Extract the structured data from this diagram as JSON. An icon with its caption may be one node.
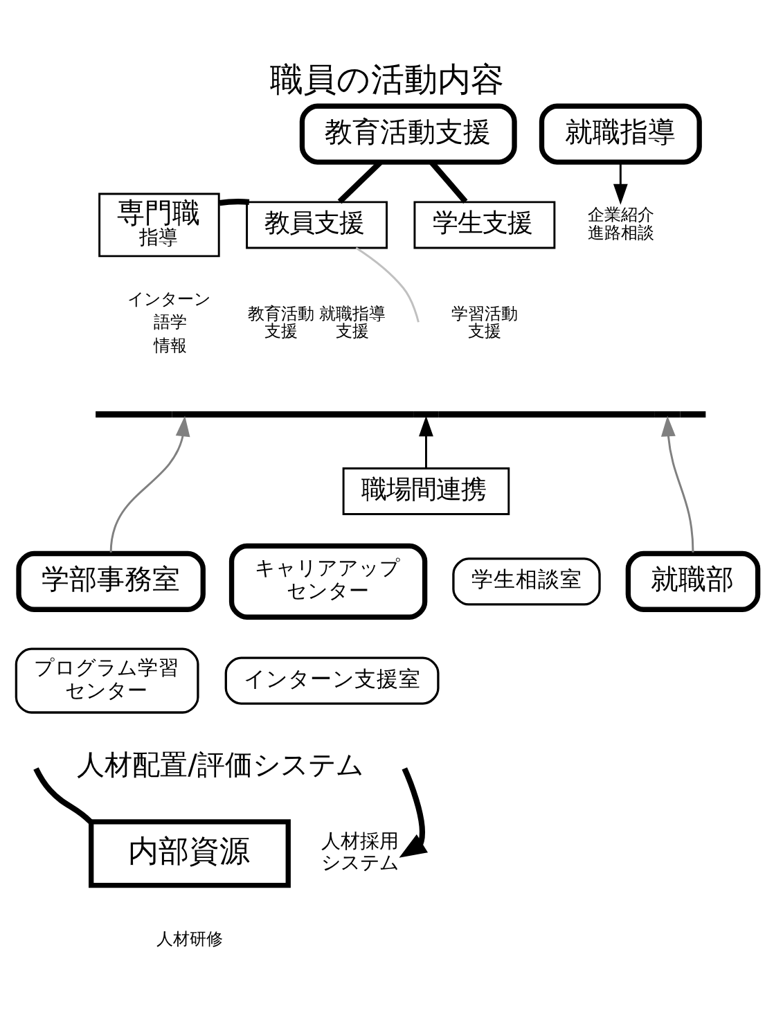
{
  "diagram": {
    "title": "職員の活動内容",
    "nodes": [
      {
        "text": [
          "教育活動支援"
        ]
      },
      {
        "text": [
          "就職指導"
        ]
      },
      {
        "text": [
          "専門職",
          "指導"
        ],
        "beside": [
          "インターン",
          "語学",
          "情報"
        ]
      },
      {
        "text": [
          "教員支援"
        ],
        "beside": [
          "教育活動支援",
          "就職指導支援"
        ]
      },
      {
        "text": [
          "学生支援"
        ],
        "beside": [
          "学習活動支援"
        ]
      },
      {
        "text": [
          "企業紹介",
          "進路相談"
        ]
      },
      {
        "text": [],
        "shape": "bar"
      },
      {
        "text": [
          "職場間連携"
        ]
      },
      {
        "text": [
          "学部事務室"
        ]
      },
      {
        "text": [
          "キャリアアップセンター"
        ]
      },
      {
        "text": [
          "学生相談室"
        ]
      },
      {
        "text": [
          "就職部"
        ]
      },
      {
        "text": [
          "プログラム学習センター"
        ]
      },
      {
        "text": [
          "インターン支援室"
        ]
      },
      {
        "text": [
          "内部資源"
        ],
        "beside": [
          "人材研修"
        ]
      },
      {
        "text": [
          "人材採用システム"
        ]
      }
    ],
    "edges": [
      {
        "from": 0,
        "to": 3,
        "arrow": "none",
        "style": "thick"
      },
      {
        "from": 0,
        "to": 4,
        "arrow": "none",
        "style": "thick"
      },
      {
        "from": 3,
        "to": 2,
        "arrow": "none",
        "style": "thick"
      },
      {
        "from": 3,
        "to": null,
        "arrow": "none",
        "color": "#c0c0c0"
      },
      {
        "from": 1,
        "to": 5,
        "arrow": "to"
      },
      {
        "from": 8,
        "to": 6,
        "arrow": "to",
        "color": "#808080"
      },
      {
        "from": 7,
        "to": 6,
        "arrow": "to"
      },
      {
        "from": 11,
        "to": 6,
        "arrow": "to",
        "color": "#808080"
      },
      {
        "from": null,
        "to": 14,
        "arrow": "none",
        "style": "thick"
      },
      {
        "from": null,
        "to": 15,
        "arrow": "to",
        "style": "thick"
      }
    ],
    "labels": [
      "人材配置/評価システム"
    ]
  }
}
